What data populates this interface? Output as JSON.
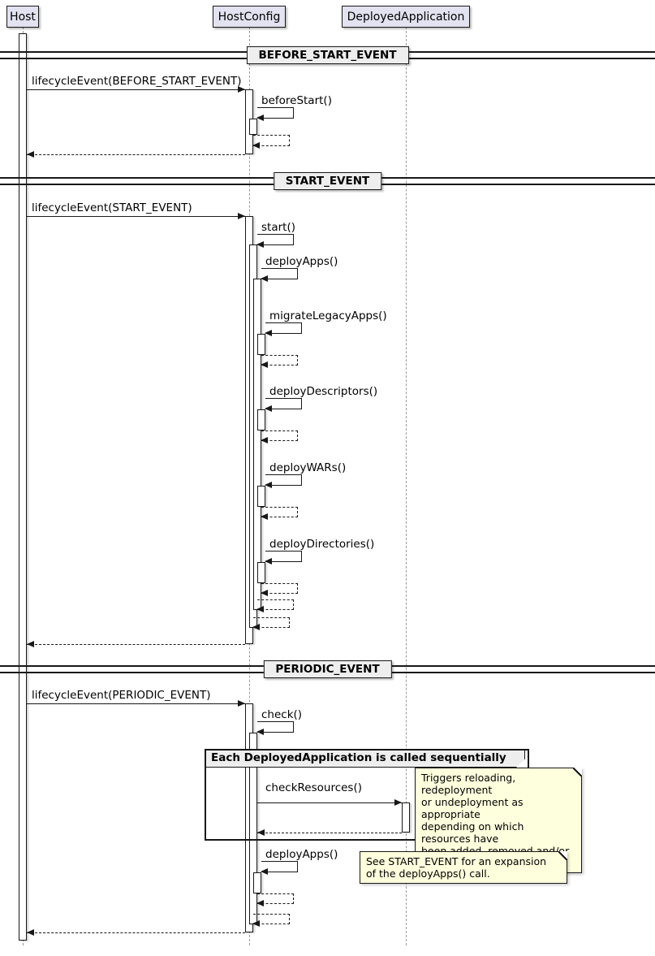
{
  "participants": {
    "host": "Host",
    "host_config": "HostConfig",
    "deployed_application": "DeployedApplication"
  },
  "dividers": {
    "before_start_event": "BEFORE_START_EVENT",
    "start_event": "START_EVENT",
    "periodic_event": "PERIODIC_EVENT"
  },
  "messages": {
    "lifecycle_before_start": "lifecycleEvent(BEFORE_START_EVENT)",
    "before_start": "beforeStart()",
    "lifecycle_start": "lifecycleEvent(START_EVENT)",
    "start": "start()",
    "deploy_apps": "deployApps()",
    "migrate_legacy_apps": "migrateLegacyApps()",
    "deploy_descriptors": "deployDescriptors()",
    "deploy_wars": "deployWARs()",
    "deploy_directories": "deployDirectories()",
    "lifecycle_periodic": "lifecycleEvent(PERIODIC_EVENT)",
    "check": "check()",
    "check_resources": "checkResources()",
    "deploy_apps_periodic": "deployApps()"
  },
  "group": {
    "label": "Each DeployedApplication is called sequentially"
  },
  "notes": {
    "check_resources": "Triggers reloading, redeployment\nor undeployment as appropriate\ndepending on which resources have\nbeen added, removed and/or changed.",
    "deploy_apps": "See START_EVENT for an expansion\nof the deployApps() call."
  },
  "colors": {
    "participant_bg": "#E2E2F0",
    "note_bg": "#FEFFDD",
    "divider_bg": "#EEEEEE",
    "group_header_bg": "#EEEEEE",
    "line": "#181818"
  }
}
